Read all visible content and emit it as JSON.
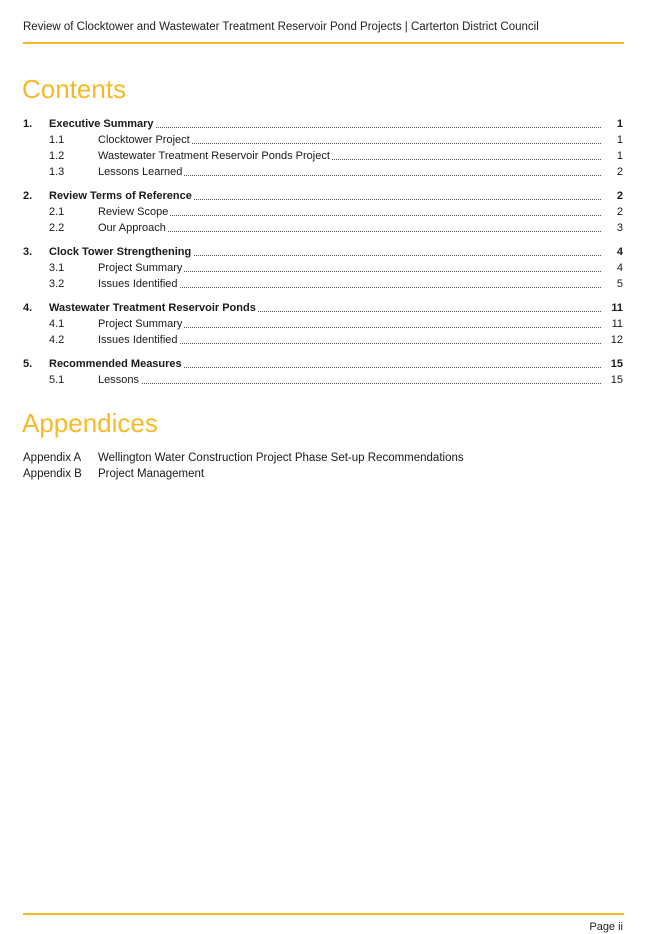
{
  "header": {
    "title": "Review of Clocktower and Wastewater Treatment Reservoir Pond Projects | Carterton District Council",
    "accent_color": "#f7b928"
  },
  "contents_heading": "Contents",
  "toc": [
    {
      "num": "1.",
      "label": "Executive Summary",
      "page": "1",
      "level": "main"
    },
    {
      "num": "1.1",
      "label": "Clocktower Project",
      "page": "1",
      "level": "sub"
    },
    {
      "num": "1.2",
      "label": "Wastewater Treatment Reservoir Ponds Project",
      "page": "1",
      "level": "sub"
    },
    {
      "num": "1.3",
      "label": "Lessons Learned",
      "page": "2",
      "level": "sub"
    },
    {
      "num": "2.",
      "label": "Review Terms of Reference",
      "page": "2",
      "level": "main"
    },
    {
      "num": "2.1",
      "label": "Review Scope",
      "page": "2",
      "level": "sub"
    },
    {
      "num": "2.2",
      "label": "Our Approach",
      "page": "3",
      "level": "sub"
    },
    {
      "num": "3.",
      "label": "Clock Tower Strengthening",
      "page": "4",
      "level": "main"
    },
    {
      "num": "3.1",
      "label": "Project Summary",
      "page": "4",
      "level": "sub"
    },
    {
      "num": "3.2",
      "label": "Issues Identified",
      "page": "5",
      "level": "sub"
    },
    {
      "num": "4.",
      "label": "Wastewater Treatment Reservoir Ponds",
      "page": "11",
      "level": "main"
    },
    {
      "num": "4.1",
      "label": "Project Summary",
      "page": "11",
      "level": "sub"
    },
    {
      "num": "4.2",
      "label": "Issues Identified",
      "page": "12",
      "level": "sub"
    },
    {
      "num": "5.",
      "label": "Recommended Measures",
      "page": "15",
      "level": "main"
    },
    {
      "num": "5.1",
      "label": "Lessons",
      "page": "15",
      "level": "sub"
    }
  ],
  "appendices_heading": "Appendices",
  "appendices": [
    {
      "key": "Appendix A",
      "value": "Wellington Water Construction Project Phase Set-up Recommendations"
    },
    {
      "key": "Appendix B",
      "value": "Project Management"
    }
  ],
  "footer": {
    "page_label": "Page ii"
  }
}
